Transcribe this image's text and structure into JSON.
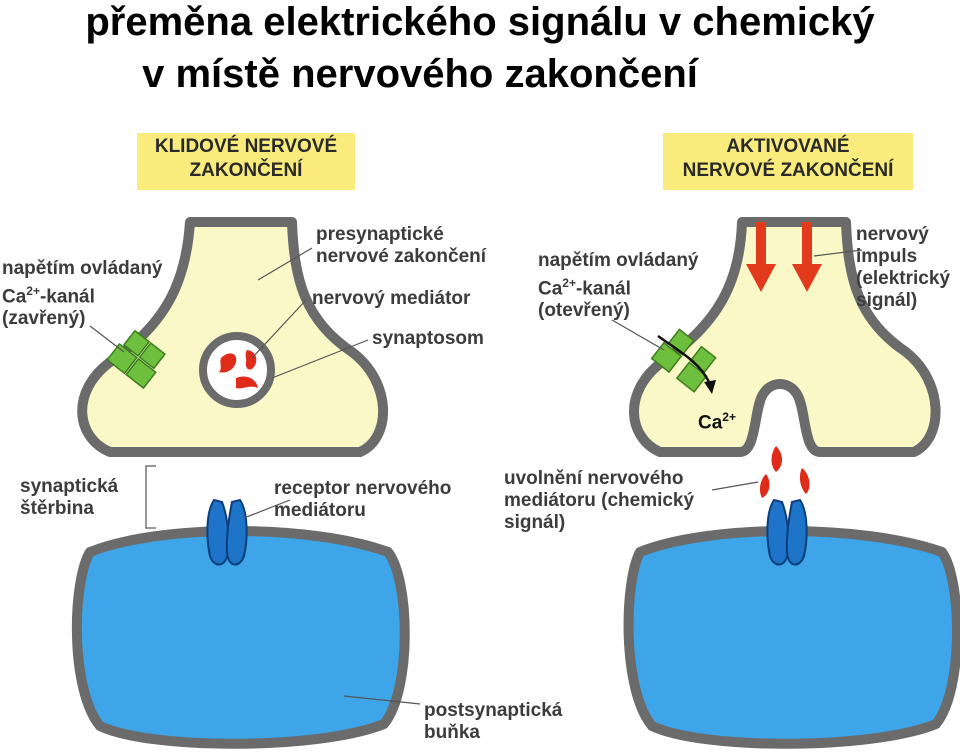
{
  "title": {
    "line1": "přeměna elektrického signálu v chemický",
    "line2": "v místě nervového zakončení"
  },
  "left_panel": {
    "banner_line1": "KLIDOVÉ NERVOVÉ",
    "banner_line2": "ZAKONČENÍ",
    "presynaptic_line1": "presynaptické",
    "presynaptic_line2": "nervové zakončení",
    "mediator": "nervový mediátor",
    "synaptosome": "synaptosom",
    "channel_line1": "napětím ovládaný",
    "channel_ca": "Ca",
    "channel_sup": "2+",
    "channel_rest": "-kanál",
    "channel_line3": "(zavřený)",
    "cleft_line1": "synaptická",
    "cleft_line2": "štěrbina",
    "receptor_line1": "receptor nervového",
    "receptor_line2": "mediátoru",
    "postsynaptic_line1": "postsynaptická",
    "postsynaptic_line2": "buňka"
  },
  "right_panel": {
    "banner_line1": "AKTIVOVANÉ",
    "banner_line2": "NERVOVÉ ZAKONČENÍ",
    "channel_line1": "napětím ovládaný",
    "channel_ca": "Ca",
    "channel_sup": "2+",
    "channel_rest": "-kanál",
    "channel_line3": "(otevřený)",
    "impulse_line1": "nervový",
    "impulse_line2": "impuls",
    "impulse_line3": "(elektrický",
    "impulse_line4": "signál)",
    "ion_ca": "Ca",
    "ion_sup": "2+",
    "release_line1": "uvolnění nervového",
    "release_line2": "mediátoru (chemický",
    "release_line3": "signál)"
  },
  "colors": {
    "terminal_fill": "#fbf8c8",
    "membrane": "#6b6b6b",
    "cell_fill": "#3da5e8",
    "receptor": "#1d74c8",
    "channel": "#6fbf3f",
    "mediator": "#e02a1a",
    "arrow": "#e23a1c",
    "banner": "#f9ec7c"
  }
}
